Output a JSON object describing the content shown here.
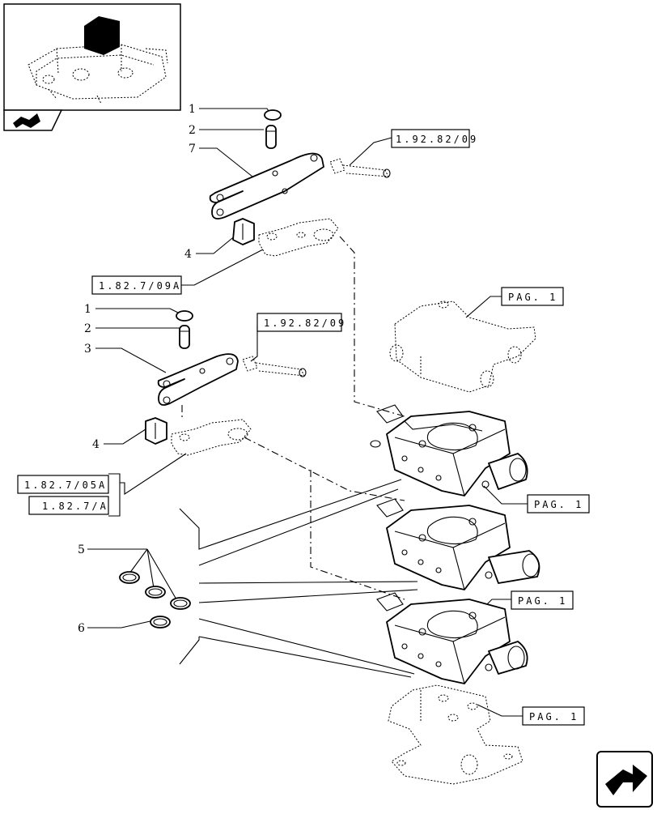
{
  "callouts": [
    {
      "id": "c1a",
      "label": "1"
    },
    {
      "id": "c2a",
      "label": "2"
    },
    {
      "id": "c7",
      "label": "7"
    },
    {
      "id": "c4a",
      "label": "4"
    },
    {
      "id": "c1b",
      "label": "1"
    },
    {
      "id": "c2b",
      "label": "2"
    },
    {
      "id": "c3",
      "label": "3"
    },
    {
      "id": "c4b",
      "label": "4"
    },
    {
      "id": "c5",
      "label": "5"
    },
    {
      "id": "c6",
      "label": "6"
    }
  ],
  "references": {
    "r1": "1.92.82/09",
    "r2": "1.82.7/09A",
    "r3": "1.92.82/09",
    "r4": "1.82.7/05A",
    "r5": "1.82.7/A",
    "p1": "PAG. 1",
    "p2": "PAG. 1",
    "p3": "PAG. 1",
    "p4": "PAG. 1"
  },
  "icons": {
    "thumbnail": "assembly-thumbnail-icon",
    "back": "back-arrow-icon",
    "next": "next-page-arrow-icon"
  }
}
